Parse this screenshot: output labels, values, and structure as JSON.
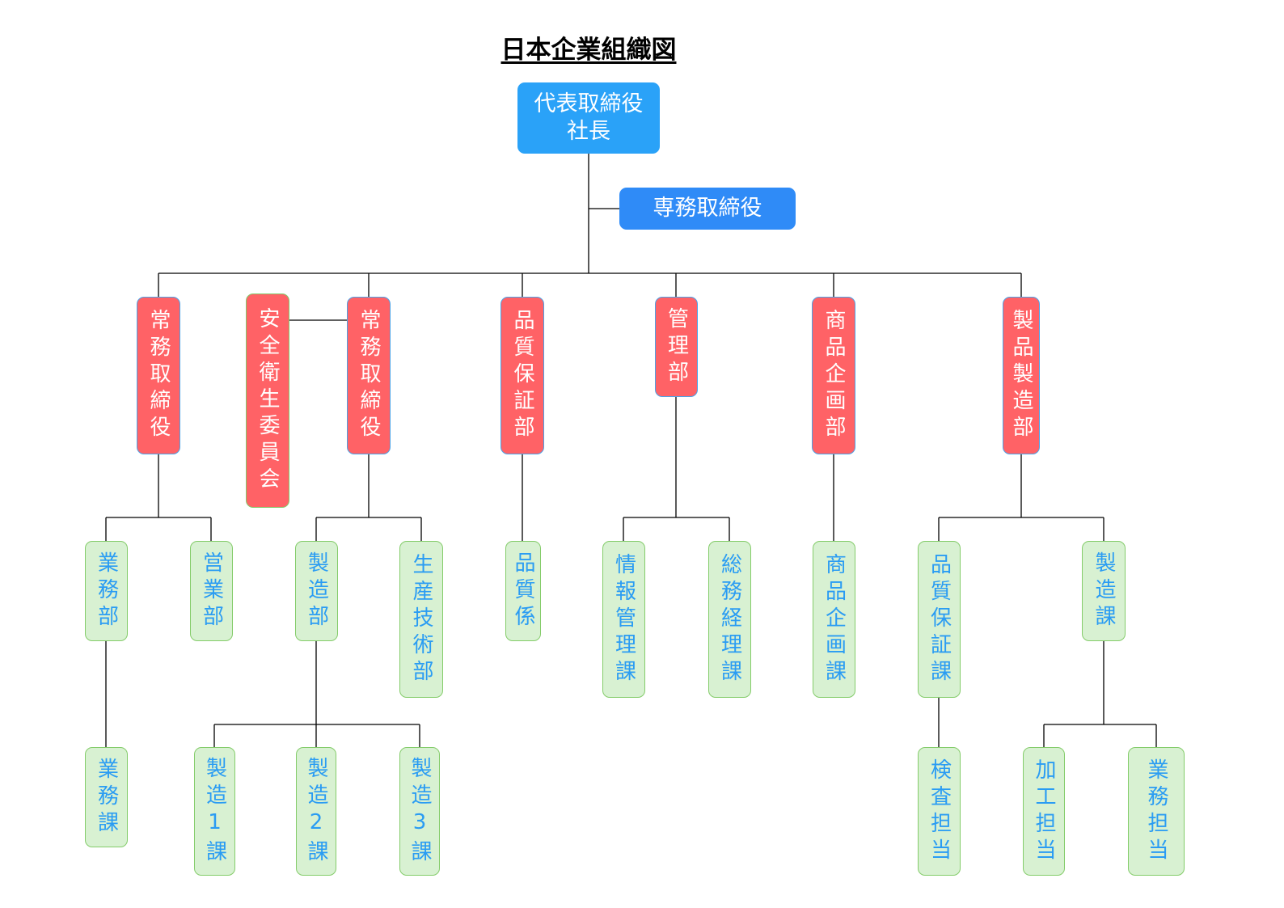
{
  "title": "日本企業組織図",
  "colors": {
    "ceo_fill": "#2aa2f8",
    "senmu_fill": "#2f8bf7",
    "executive_fill": "#ff6266",
    "department_fill": "#d8f1d2",
    "department_text": "#2a9cf3",
    "connector": "#000000"
  },
  "nodes": {
    "ceo": "代表取締役\n社長",
    "senmu": "専務取締役",
    "jomu_1": "常務取締役",
    "safety_committee": "安全衛生委員会",
    "jomu_2": "常務取締役",
    "quality_assurance_dept": "品質保証部",
    "management_dept": "管理部",
    "product_planning_dept": "商品企画部",
    "product_manufacturing_dept": "製品製造部",
    "business_dept": "業務部",
    "sales_dept": "営業部",
    "manufacturing_dept": "製造部",
    "production_engineering_dept": "生産技術部",
    "quality_section": "品質係",
    "info_management_section": "情報管理課",
    "general_accounting_section": "総務経理課",
    "product_planning_section": "商品企画課",
    "quality_assurance_section": "品質保証課",
    "manufacturing_section": "製造課",
    "business_section": "業務課",
    "manufacturing_1_section": "製造1課",
    "manufacturing_2_section": "製造2課",
    "manufacturing_3_section": "製造3課",
    "inspection_staff": "検査担当",
    "processing_staff": "加工担当",
    "business_staff": "業務担当"
  },
  "hierarchy": {
    "ceo": [
      "senmu",
      "jomu_1",
      "jomu_2",
      "quality_assurance_dept",
      "management_dept",
      "product_planning_dept",
      "product_manufacturing_dept"
    ],
    "jomu_2": [
      "safety_committee",
      "manufacturing_dept",
      "production_engineering_dept"
    ],
    "jomu_1": [
      "business_dept",
      "sales_dept"
    ],
    "business_dept": [
      "business_section"
    ],
    "manufacturing_dept": [
      "manufacturing_1_section",
      "manufacturing_2_section",
      "manufacturing_3_section"
    ],
    "quality_assurance_dept": [
      "quality_section"
    ],
    "management_dept": [
      "info_management_section",
      "general_accounting_section"
    ],
    "product_planning_dept": [
      "product_planning_section"
    ],
    "product_manufacturing_dept": [
      "quality_assurance_section",
      "manufacturing_section"
    ],
    "quality_assurance_section": [
      "inspection_staff"
    ],
    "manufacturing_section": [
      "processing_staff",
      "business_staff"
    ]
  }
}
